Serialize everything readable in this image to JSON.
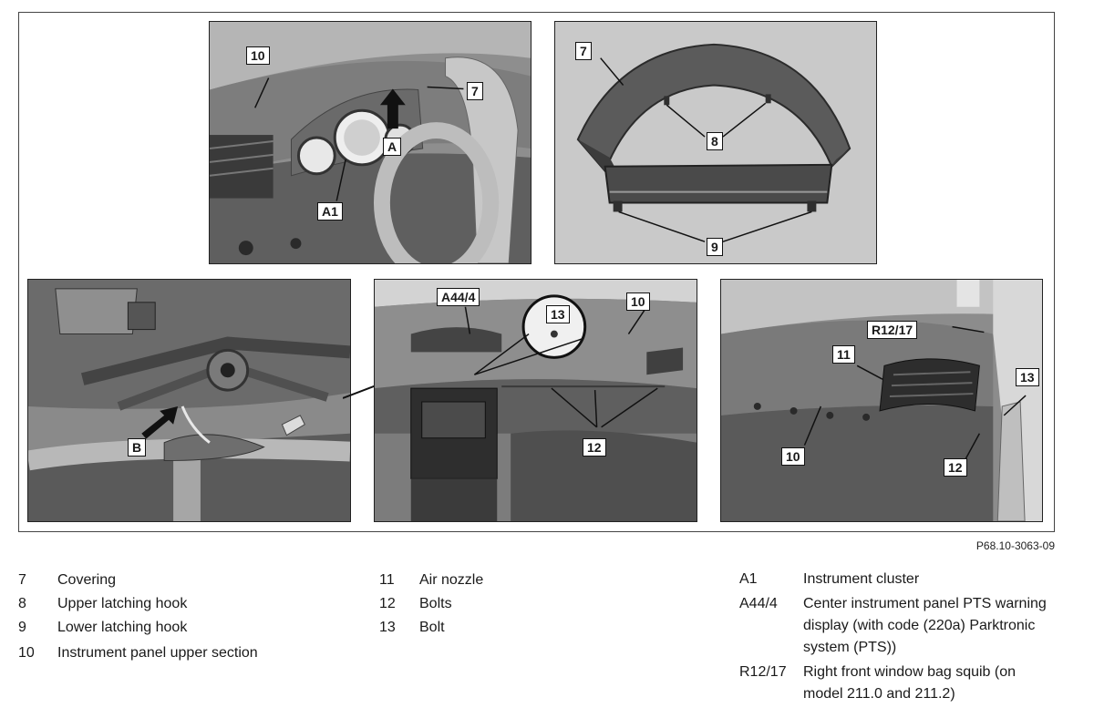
{
  "figure": {
    "panels": [
      {
        "id": "instrument-cluster-removal",
        "callouts": [
          "10",
          "7",
          "A",
          "A1"
        ]
      },
      {
        "id": "covering-detail",
        "callouts": [
          "7",
          "8",
          "9"
        ]
      },
      {
        "id": "latch-detail",
        "callouts": [
          "B"
        ]
      },
      {
        "id": "dashboard-overview",
        "callouts": [
          "A44/4",
          "10",
          "13",
          "12"
        ]
      },
      {
        "id": "passenger-side",
        "callouts": [
          "R12/17",
          "11",
          "13",
          "10",
          "12"
        ]
      }
    ],
    "code": "P68.10-3063-09"
  },
  "legend": {
    "col1": [
      {
        "key": "7",
        "desc": "Covering"
      },
      {
        "key": "8",
        "desc": "Upper latching hook"
      },
      {
        "key": "9",
        "desc": "Lower latching hook"
      },
      {
        "key": "10",
        "desc": "Instrument panel upper section"
      }
    ],
    "col2": [
      {
        "key": "11",
        "desc": "Air nozzle"
      },
      {
        "key": "12",
        "desc": "Bolts"
      },
      {
        "key": "13",
        "desc": "Bolt"
      }
    ],
    "col3": [
      {
        "key": "A1",
        "desc": "Instrument cluster"
      },
      {
        "key": "A44/4",
        "desc": "Center instrument panel PTS warning display (with code (220a) Parktronic system (PTS))"
      },
      {
        "key": "R12/17",
        "desc": "Right front window bag squib (on model 211.0 and 211.2)"
      }
    ]
  }
}
